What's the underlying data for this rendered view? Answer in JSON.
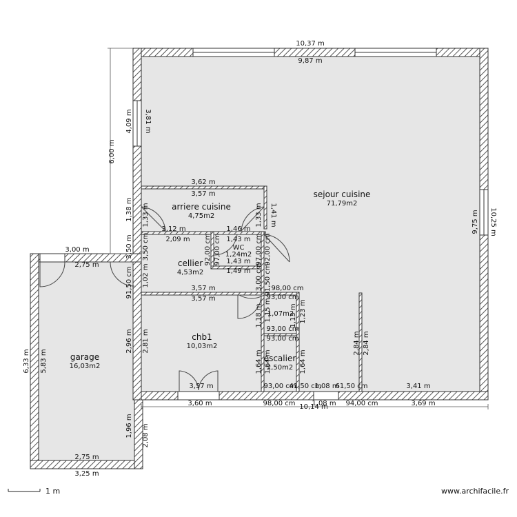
{
  "rooms": {
    "sejour": {
      "name": "sejour cuisine",
      "area": "71,79m2"
    },
    "arriere": {
      "name": "arriere cuisine",
      "area": "4,75m2"
    },
    "wc": {
      "name": "WC",
      "area": "1,24m2"
    },
    "cellier": {
      "name": "cellier",
      "area": "4,53m2"
    },
    "chb1": {
      "name": "chb1",
      "area": "10,03m2"
    },
    "garage": {
      "name": "garage",
      "area": "16,03m2"
    },
    "escalier": {
      "name": "escalier",
      "area": "2,50m2"
    },
    "degagement": {
      "area": "1,07m2"
    }
  },
  "dims": {
    "top_outer": "10,37 m",
    "top_inner": "9,87 m",
    "left_total": "6,00 m",
    "left_upper_outer": "4,09 m",
    "left_upper_inner": "3,81 m",
    "right_outer": "10,25 m",
    "right_inner": "9,75 m",
    "arr_top_1": "3,62 m",
    "arr_top_2": "3,57 m",
    "arr_left_1": "1,38 m",
    "arr_left_2": "1,33 m",
    "arr_right_1": "1,33 m",
    "arr_right_2": "1,41 m",
    "arr_bottom": "3,12 m",
    "wc_top": "1,46 m",
    "cel_top": "2,09 m",
    "wc_in_1": "1,43 m",
    "wc_in_2": "1,43 m",
    "wc_bottom": "1,49 m",
    "wc_left_1": "92,00 cm",
    "wc_left_2": "97,00 cm",
    "wc_right_1": "97,00 cm",
    "wc_right_2": "92,00 cm",
    "cel_left_1": "3,50 m",
    "cel_left_2": "3,50 cm",
    "cel_left_3": "91,50 cm",
    "cel_left_4": "1,02 m",
    "cel_bottom_1": "3,57 m",
    "cel_bottom_2": "3,57 m",
    "deg_1": "93,00 cm",
    "deg_2": "98,00 cm",
    "deg_3": "93,00 cm",
    "deg_v1": "3,00 cm",
    "deg_v2": "91,50 cm",
    "deg_v3": "1,18 m",
    "deg_v4": "1,15 m",
    "deg_v5": "1,13 m",
    "deg_v6": "1,23 m",
    "esc_top": "93,00 cm",
    "esc_top2": "93,00 cm",
    "esc_v1": "1,64 m",
    "esc_v2": "1,64 m",
    "esc_v3": "1,64 m",
    "chb_left_1": "2,96 m",
    "chb_left_2": "2,81 m",
    "chb_bottom": "3,57 m",
    "sej_v1": "2,84 m",
    "sej_v2": "2,84 m",
    "bottom_in_1": "93,00 cm",
    "bottom_in_2": "41,50 cm",
    "bottom_in_3": "1,08 m",
    "bottom_in_4": "61,50 cm",
    "bottom_in_5": "3,41 m",
    "bottom_out_1": "3,60 m",
    "bottom_out_2": "98,00 cm",
    "bottom_out_3": "1,08 m",
    "bottom_out_4": "94,00 cm",
    "bottom_out_5": "3,69 m",
    "bottom_total": "10,14 m",
    "gar_top_outer": "3,00 m",
    "gar_top_inner": "2,75 m",
    "gar_left_outer": "6,33 m",
    "gar_left_inner": "5,83 m",
    "gar_right_1": "1,96 m",
    "gar_right_2": "2,08 m",
    "gar_bottom_inner": "2,75 m",
    "gar_bottom_outer": "3,25 m"
  },
  "scale": "1 m",
  "watermark": "www.archifacile.fr"
}
